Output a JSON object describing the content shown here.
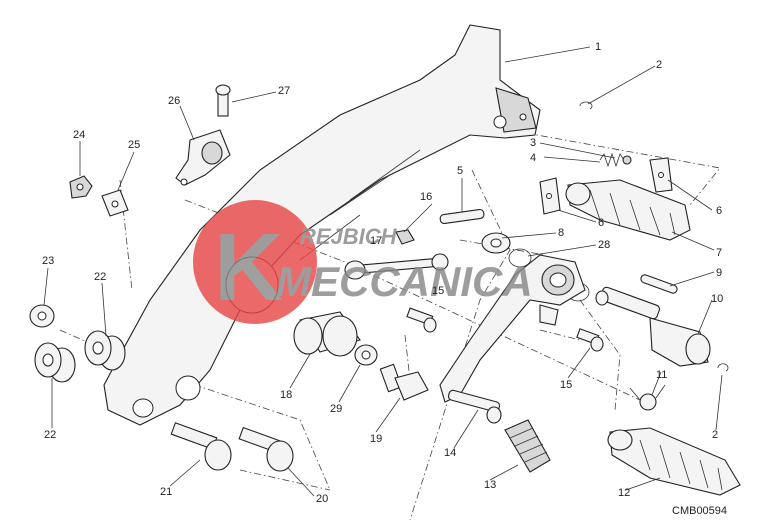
{
  "callouts": [
    "1",
    "2",
    "3",
    "4",
    "5",
    "6",
    "6",
    "7",
    "8",
    "9",
    "10",
    "11",
    "2",
    "12",
    "13",
    "14",
    "15",
    "15",
    "16",
    "17",
    "18",
    "19",
    "20",
    "21",
    "22",
    "22",
    "23",
    "24",
    "25",
    "26",
    "27",
    "28",
    "29"
  ],
  "drawing_code": "CMB00594",
  "watermark": {
    "line1": "REJBICH",
    "line2": "MECCANICA",
    "color_red": "#e8494a",
    "color_gray": "#8a8a8a"
  }
}
